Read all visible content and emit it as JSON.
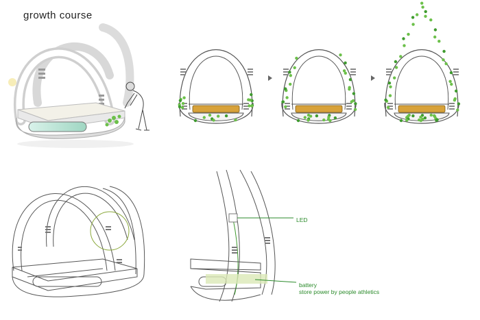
{
  "title": "growth  course",
  "annotations": {
    "led": "LED",
    "battery": "battery",
    "battery_desc": "store power  by people athletics"
  },
  "stages": [
    {
      "id": "stage-1",
      "vine_level": 0.2
    },
    {
      "id": "stage-2",
      "vine_level": 0.55
    },
    {
      "id": "stage-3",
      "vine_level": 1.0
    }
  ],
  "colors": {
    "line": "#555555",
    "vine": "#3f9b2f",
    "leaf": "#6cc04a",
    "seat": "#d8a23a",
    "callout": "#2a8a2a",
    "base_glow": "#bfe6d8"
  }
}
